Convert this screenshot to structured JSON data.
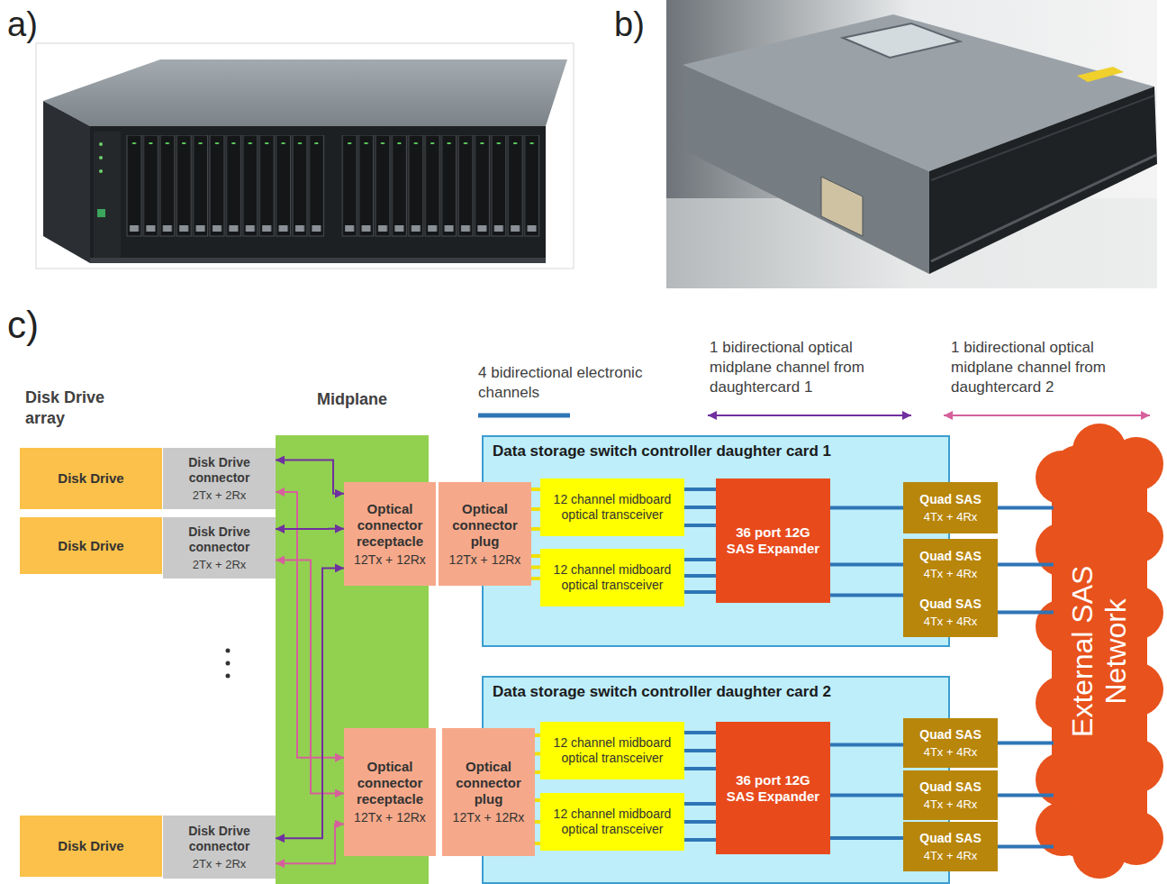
{
  "diagram": {
    "nodes": [
      {
        "text": [
          "Disk Drive"
        ]
      },
      {
        "text": [
          "Disk Drive connector",
          "2Tx + 2Rx"
        ]
      },
      {
        "text": [
          "Disk Drive"
        ]
      },
      {
        "text": [
          "Disk Drive connector",
          "2Tx + 2Rx"
        ]
      },
      {
        "text": [
          "Disk Drive"
        ]
      },
      {
        "text": [
          "Disk Drive connector",
          "2Tx + 2Rx"
        ]
      },
      {
        "text": [
          "Midplane"
        ]
      },
      {
        "text": [
          "Optical connector receptacle",
          "12Tx + 12Rx"
        ],
        "in": 6
      },
      {
        "text": [
          "Optical connector receptacle",
          "12Tx + 12Rx"
        ],
        "in": 6
      },
      {
        "text": [
          "Optical connector plug",
          "12Tx + 12Rx"
        ]
      },
      {
        "text": [
          "Optical connector plug",
          "12Tx + 12Rx"
        ]
      },
      {
        "text": [
          "Data storage switch controller daughter card 1"
        ]
      },
      {
        "text": [
          "12 channel midboard optical transceiver"
        ],
        "in": 11
      },
      {
        "text": [
          "12 channel midboard optical transceiver"
        ],
        "in": 11
      },
      {
        "text": [
          "36 port 12G SAS Expander"
        ],
        "in": 11
      },
      {
        "text": [
          "Quad SAS",
          "4Tx + 4Rx"
        ],
        "in": 11
      },
      {
        "text": [
          "Quad SAS",
          "4Tx + 4Rx"
        ],
        "in": 11
      },
      {
        "text": [
          "Quad SAS",
          "4Tx + 4Rx"
        ],
        "in": 11
      },
      {
        "text": [
          "Data storage switch controller daughter card 2"
        ]
      },
      {
        "text": [
          "12 channel midboard optical transceiver"
        ],
        "in": 18
      },
      {
        "text": [
          "12 channel midboard optical transceiver"
        ],
        "in": 18
      },
      {
        "text": [
          "36 port 12G SAS Expander"
        ],
        "in": 18
      },
      {
        "text": [
          "Quad SAS",
          "4Tx + 4Rx"
        ],
        "in": 18
      },
      {
        "text": [
          "Quad SAS",
          "4Tx + 4Rx"
        ],
        "in": 18
      },
      {
        "text": [
          "Quad SAS",
          "4Tx + 4Rx"
        ],
        "in": 18
      },
      {
        "text": [
          "External SAS Network"
        ]
      }
    ],
    "edges": [
      {
        "from": 1,
        "to": 7,
        "arrow": "both"
      },
      {
        "from": 1,
        "to": 8,
        "arrow": "both"
      },
      {
        "from": 3,
        "to": 7,
        "arrow": "both"
      },
      {
        "from": 3,
        "to": 8,
        "arrow": "both"
      },
      {
        "from": 5,
        "to": 7,
        "arrow": "both"
      },
      {
        "from": 5,
        "to": 8,
        "arrow": "both"
      },
      {
        "from": 9,
        "to": 12,
        "arrow": "none"
      },
      {
        "from": 9,
        "to": 13,
        "arrow": "none"
      },
      {
        "from": 10,
        "to": 19,
        "arrow": "none"
      },
      {
        "from": 10,
        "to": 20,
        "arrow": "none"
      },
      {
        "from": 12,
        "to": 14,
        "arrow": "none"
      },
      {
        "from": 13,
        "to": 14,
        "arrow": "none"
      },
      {
        "from": 19,
        "to": 21,
        "arrow": "none"
      },
      {
        "from": 20,
        "to": 21,
        "arrow": "none"
      },
      {
        "from": 14,
        "to": 15,
        "arrow": "none"
      },
      {
        "from": 14,
        "to": 16,
        "arrow": "none"
      },
      {
        "from": 14,
        "to": 17,
        "arrow": "none"
      },
      {
        "from": 21,
        "to": 22,
        "arrow": "none"
      },
      {
        "from": 21,
        "to": 23,
        "arrow": "none"
      },
      {
        "from": 21,
        "to": 24,
        "arrow": "none"
      },
      {
        "from": 15,
        "to": 25,
        "arrow": "none"
      },
      {
        "from": 16,
        "to": 25,
        "arrow": "none"
      },
      {
        "from": 17,
        "to": 25,
        "arrow": "none"
      },
      {
        "from": 22,
        "to": 25,
        "arrow": "none"
      },
      {
        "from": 23,
        "to": 25,
        "arrow": "none"
      },
      {
        "from": 24,
        "to": 25,
        "arrow": "none"
      }
    ],
    "labels": [
      "a)",
      "b)",
      "c)",
      "Disk Drive array"
    ],
    "legend": [
      {
        "text": "4 bidirectional electronic channels"
      },
      {
        "text": "1 bidirectional optical midplane channel from daughtercard 1"
      },
      {
        "text": "1 bidirectional optical midplane channel from daughtercard 2"
      }
    ]
  }
}
